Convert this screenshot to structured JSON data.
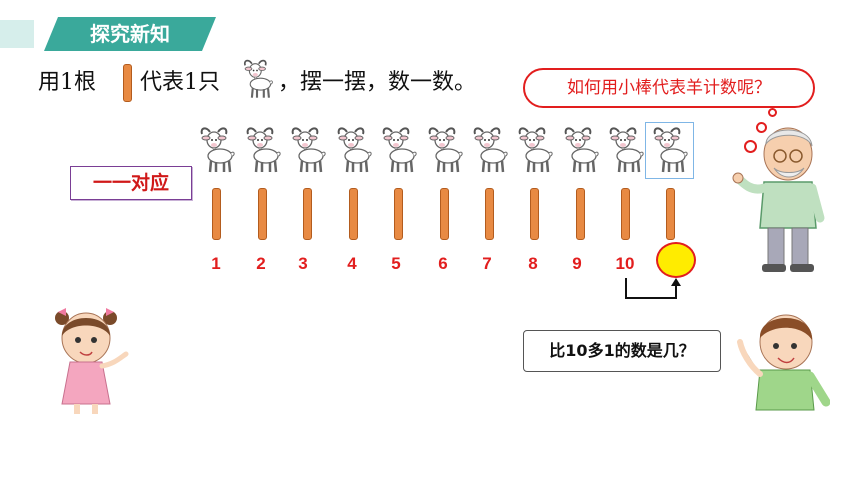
{
  "header": {
    "title": "探究新知"
  },
  "instruction": {
    "part1": "用1根",
    "part2": "代表1只",
    "part3": "，摆一摆，数一数。"
  },
  "bubble": {
    "text": "如何用小棒代表羊计数呢？"
  },
  "match_label": "一一对应",
  "numbers": [
    "1",
    "2",
    "3",
    "4",
    "5",
    "6",
    "7",
    "8",
    "9",
    "10"
  ],
  "question": {
    "text": "比10多1的数是几？"
  },
  "colors": {
    "accent": "#3aa99b",
    "red": "#e21e1e",
    "stick": "#e88a43",
    "circle": "#ffec00"
  }
}
